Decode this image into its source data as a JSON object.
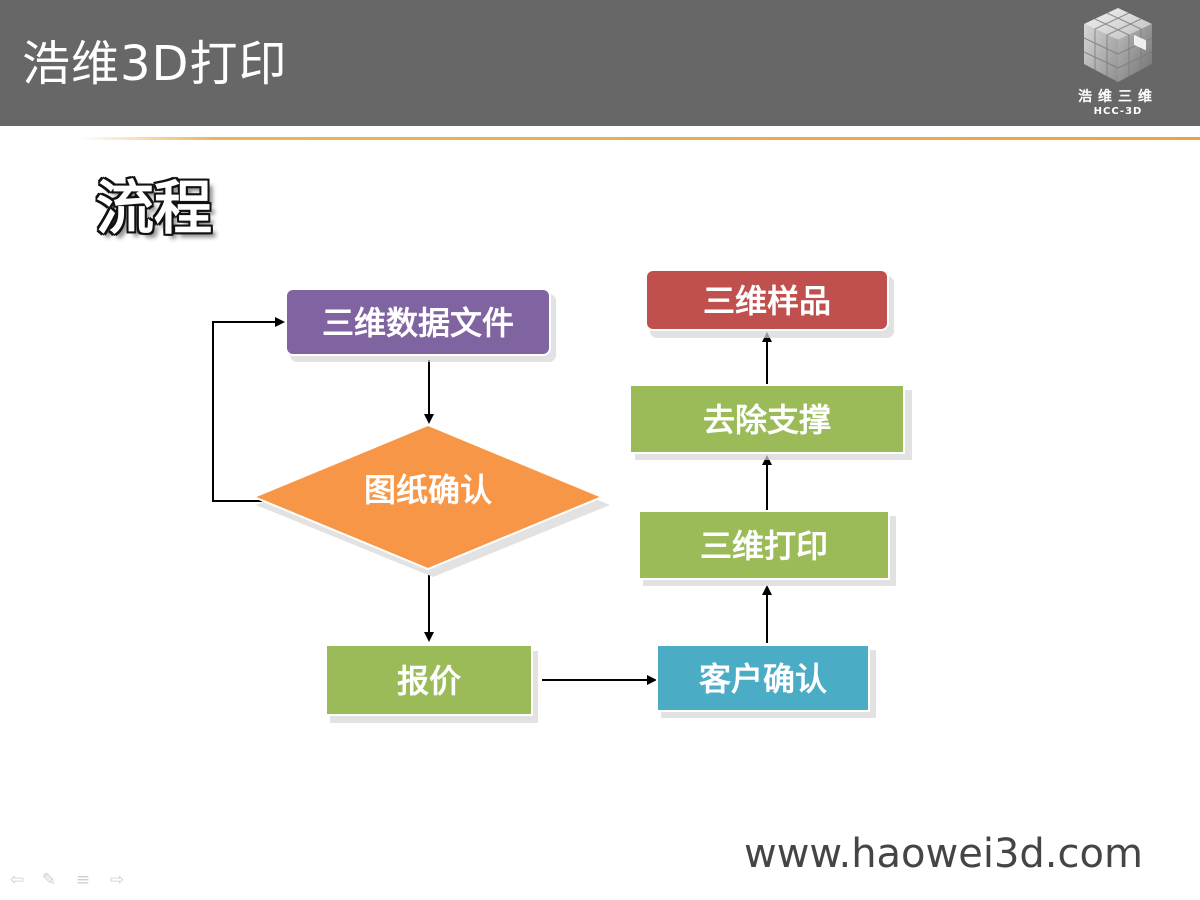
{
  "header": {
    "title": "浩维3D打印",
    "logo": {
      "name_cn": "浩维三维",
      "name_en": "HCC-3D",
      "icon": "cube-logo-icon"
    }
  },
  "section_title": "流程",
  "flowchart": {
    "nodes": {
      "data_file": {
        "label": "三维数据文件",
        "color": "#8064a2"
      },
      "drawing_confirm": {
        "label": "图纸确认",
        "color": "#f79646"
      },
      "quote": {
        "label": "报价",
        "color": "#9bbb59"
      },
      "customer_confirm": {
        "label": "客户确认",
        "color": "#4bacc6"
      },
      "printing": {
        "label": "三维打印",
        "color": "#9bbb59"
      },
      "remove_support": {
        "label": "去除支撑",
        "color": "#9bbb59"
      },
      "sample": {
        "label": "三维样品",
        "color": "#c0504d"
      }
    },
    "edges": [
      {
        "from": "data_file",
        "to": "drawing_confirm"
      },
      {
        "from": "drawing_confirm",
        "to": "data_file"
      },
      {
        "from": "drawing_confirm",
        "to": "quote"
      },
      {
        "from": "quote",
        "to": "customer_confirm"
      },
      {
        "from": "customer_confirm",
        "to": "printing"
      },
      {
        "from": "printing",
        "to": "remove_support"
      },
      {
        "from": "remove_support",
        "to": "sample"
      }
    ]
  },
  "footer": {
    "website": "www.haowei3d.com"
  },
  "slide_nav": {
    "items": [
      {
        "icon": "arrow-left-icon",
        "glyph": "⇦"
      },
      {
        "icon": "pen-icon",
        "glyph": "✎"
      },
      {
        "icon": "menu-icon",
        "glyph": "≡"
      },
      {
        "icon": "arrow-right-icon",
        "glyph": "⇨"
      }
    ]
  },
  "colors": {
    "header_bg": "#676767",
    "accent_rule": "#e9a640",
    "website_text": "#454545"
  }
}
